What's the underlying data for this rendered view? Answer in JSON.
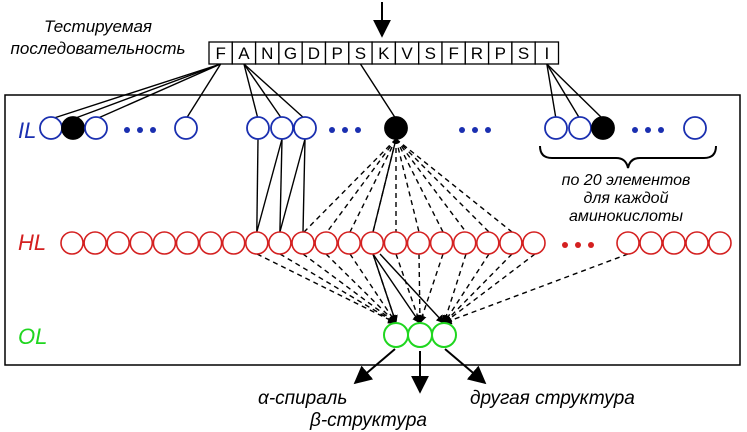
{
  "input_label": [
    "Тестируемая",
    "последовательность"
  ],
  "sequence": [
    "F",
    "A",
    "N",
    "G",
    "D",
    "P",
    "S",
    "K",
    "V",
    "S",
    "F",
    "R",
    "P",
    "S",
    "I"
  ],
  "layers": {
    "input": {
      "label": "IL",
      "color": "#1a2fb0"
    },
    "hidden": {
      "label": "HL",
      "color": "#d42020"
    },
    "output": {
      "label": "OL",
      "color": "#1fd61f"
    }
  },
  "group_note": [
    "по 20 элементов",
    "для каждой",
    "аминокислоты"
  ],
  "outputs": {
    "alpha": "α-спираль",
    "beta": "β-структура",
    "other": "другая структура"
  },
  "colors": {
    "line": "#000000",
    "background": "#ffffff"
  }
}
